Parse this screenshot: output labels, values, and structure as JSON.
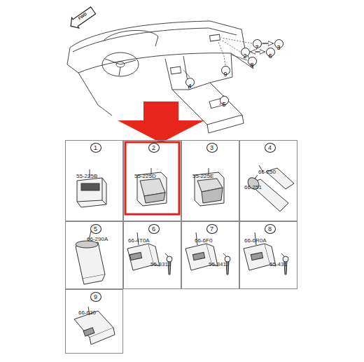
{
  "diagram": {
    "nodes": [
      {
        "text": [
          "7"
        ]
      },
      {
        "text": [
          "3"
        ]
      },
      {
        "text": [
          "2"
        ]
      },
      {
        "text": [
          "6"
        ]
      },
      {
        "text": [
          "8"
        ]
      },
      {
        "text": [
          "9"
        ]
      },
      {
        "text": [
          "4"
        ]
      },
      {
        "text": [
          "5"
        ]
      },
      {
        "text": [
          "1",
          "55-225B"
        ]
      },
      {
        "text": [
          "2",
          "55-225D"
        ]
      },
      {
        "text": [
          "3",
          "55-225E"
        ]
      },
      {
        "text": [
          "4",
          "66-250",
          "66-251"
        ]
      },
      {
        "text": [
          "5",
          "66-290A"
        ]
      },
      {
        "text": [
          "6",
          "66-4T0A",
          "55-331J"
        ]
      },
      {
        "text": [
          "7",
          "66-6F0",
          "55-341J"
        ]
      },
      {
        "text": [
          "8",
          "66-6R0A",
          "55-431"
        ]
      },
      {
        "text": [
          "9",
          "66-630"
        ]
      }
    ],
    "edges": [
      {
        "from": 0,
        "to": 1,
        "arrow": "to"
      },
      {
        "from": 2,
        "to": 3,
        "arrow": "both"
      }
    ],
    "labels": [
      "FWD"
    ]
  }
}
